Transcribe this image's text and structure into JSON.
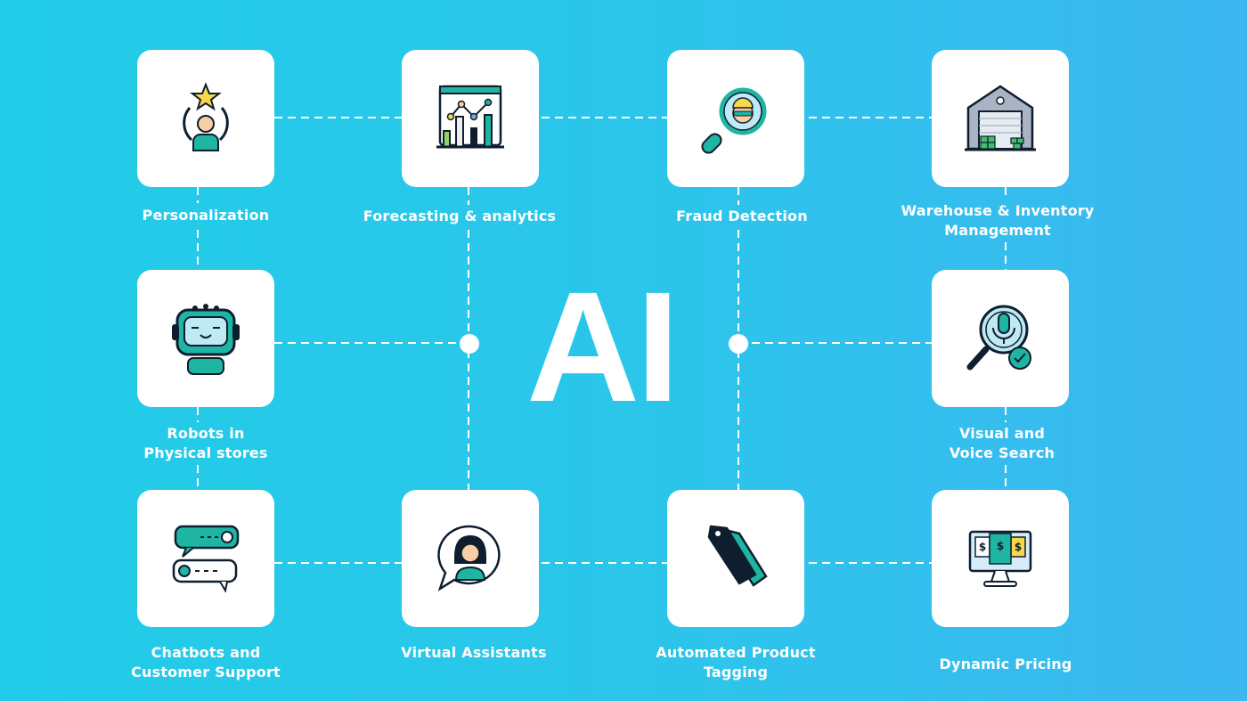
{
  "center_title": "AI",
  "colors": {
    "background_start": "#22cce8",
    "background_end": "#3cb7f0",
    "card": "#ffffff",
    "accent_teal": "#1fb5a3",
    "dark": "#0f1e2e",
    "yellow": "#f7d84a"
  },
  "items": [
    {
      "label": "Personalization",
      "icon": "user-star-cycle-icon"
    },
    {
      "label": "Forecasting & analytics",
      "icon": "analytics-chart-icon"
    },
    {
      "label": "Fraud Detection",
      "icon": "magnifier-thief-icon"
    },
    {
      "label": "Warehouse & Inventory Management",
      "icon": "warehouse-icon"
    },
    {
      "label": "Robots in Physical stores",
      "icon": "robot-icon"
    },
    {
      "label": "Visual and Voice Search",
      "icon": "magnifier-microphone-icon"
    },
    {
      "label": "Chatbots and Customer Support",
      "icon": "chat-bubbles-icon"
    },
    {
      "label": "Virtual Assistants",
      "icon": "assistant-headset-icon"
    },
    {
      "label": "Automated Product Tagging",
      "icon": "price-tags-icon"
    },
    {
      "label": "Dynamic Pricing",
      "icon": "monitor-prices-icon"
    }
  ],
  "label_lines": {
    "warehouse": [
      "Warehouse & Inventory",
      "Management"
    ],
    "robots": [
      "Robots in",
      "Physical stores"
    ],
    "visual": [
      "Visual and",
      "Voice Search"
    ],
    "chatbots": [
      "Chatbots and",
      "Customer Support"
    ],
    "tagging": [
      "Automated Product",
      "Tagging"
    ]
  }
}
